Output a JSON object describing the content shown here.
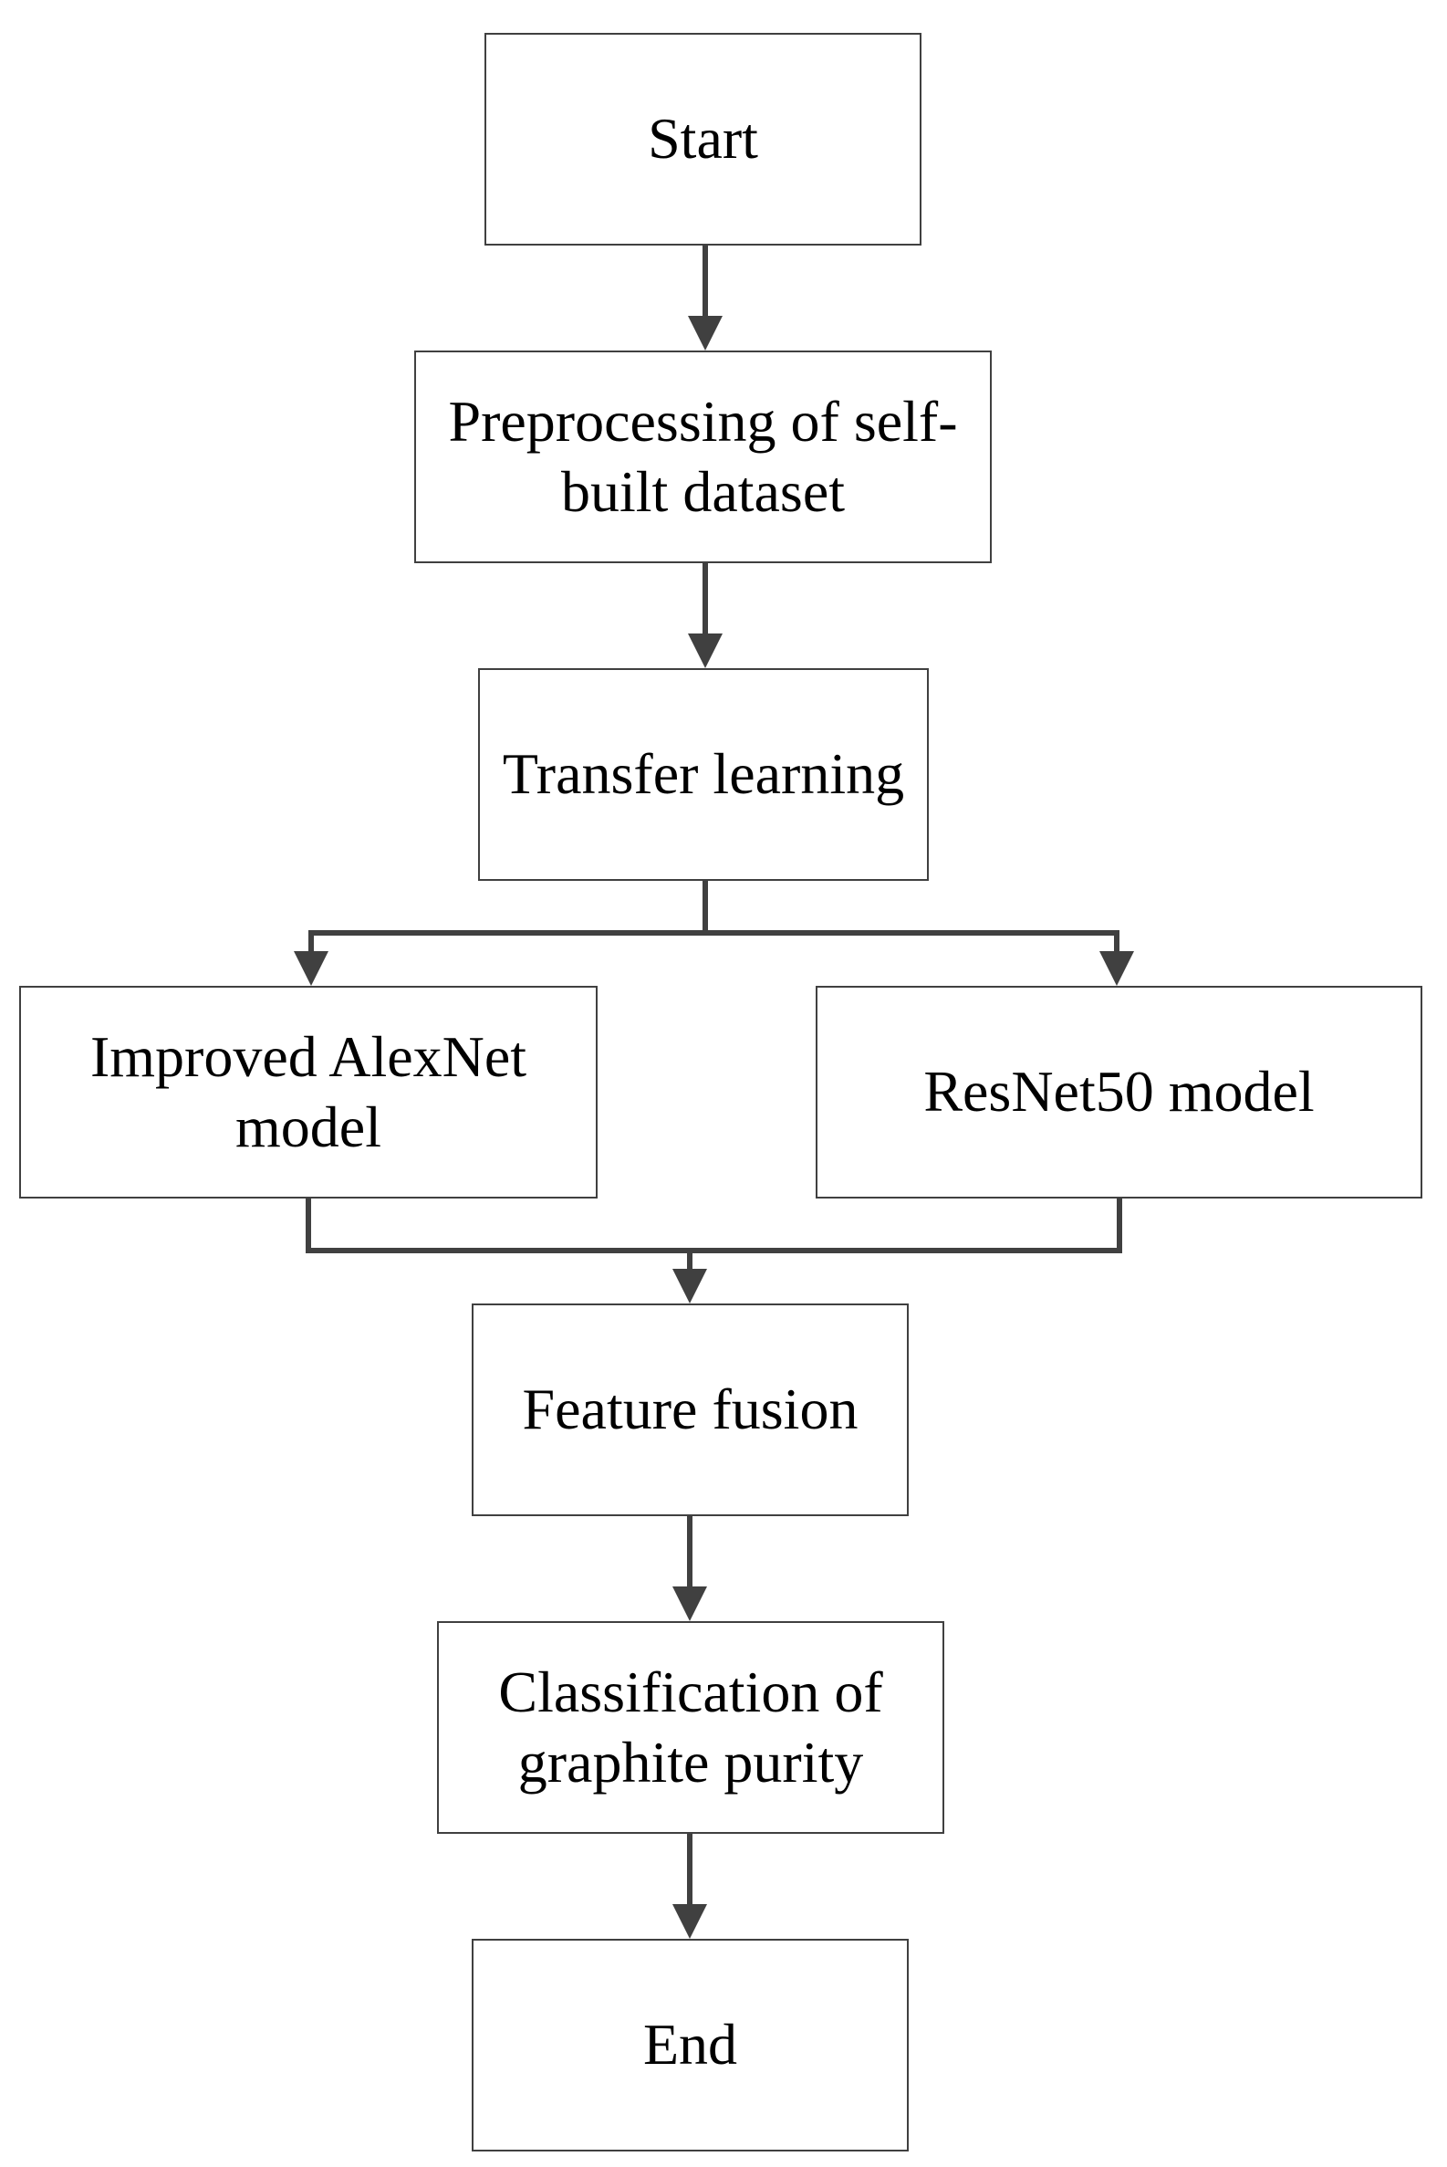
{
  "diagram": {
    "nodes": {
      "start": "Start",
      "preprocess": "Preprocessing of self-built dataset",
      "transfer": "Transfer learning",
      "alexnet": "Improved AlexNet model",
      "resnet": "ResNet50 model",
      "fusion": "Feature fusion",
      "classify": "Classification of graphite purity",
      "end": "End"
    },
    "edges": [
      {
        "from": "start",
        "to": "preprocess"
      },
      {
        "from": "preprocess",
        "to": "transfer"
      },
      {
        "from": "transfer",
        "to": "alexnet"
      },
      {
        "from": "transfer",
        "to": "resnet"
      },
      {
        "from": "alexnet",
        "to": "fusion"
      },
      {
        "from": "resnet",
        "to": "fusion"
      },
      {
        "from": "fusion",
        "to": "classify"
      },
      {
        "from": "classify",
        "to": "end"
      }
    ],
    "line_color": "#404040",
    "box_border_color": "#404040"
  }
}
